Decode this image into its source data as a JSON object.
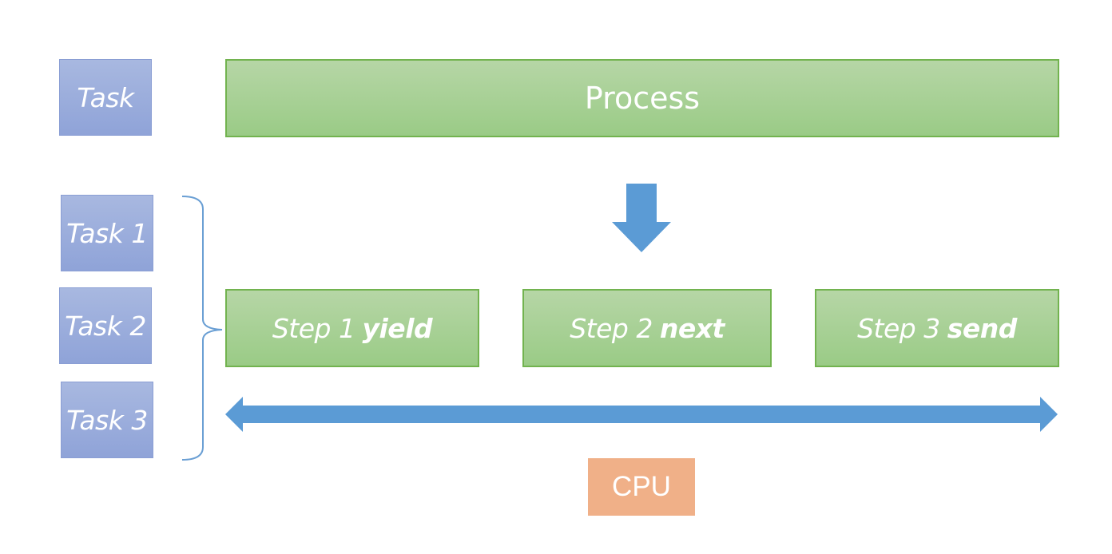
{
  "tasks": {
    "single": "Task",
    "task1": "Task 1",
    "task2": "Task 2",
    "task3": "Task 3"
  },
  "process": "Process",
  "steps": [
    {
      "label": "Step 1",
      "keyword": "yield"
    },
    {
      "label": "Step 2",
      "keyword": "next"
    },
    {
      "label": "Step 3",
      "keyword": "send"
    }
  ],
  "cpu": "CPU",
  "colors": {
    "task_fill": "#97aade",
    "step_fill": "#a8d096",
    "step_border": "#72b34f",
    "arrow": "#5b9bd5",
    "cpu_fill": "#f0b088"
  }
}
